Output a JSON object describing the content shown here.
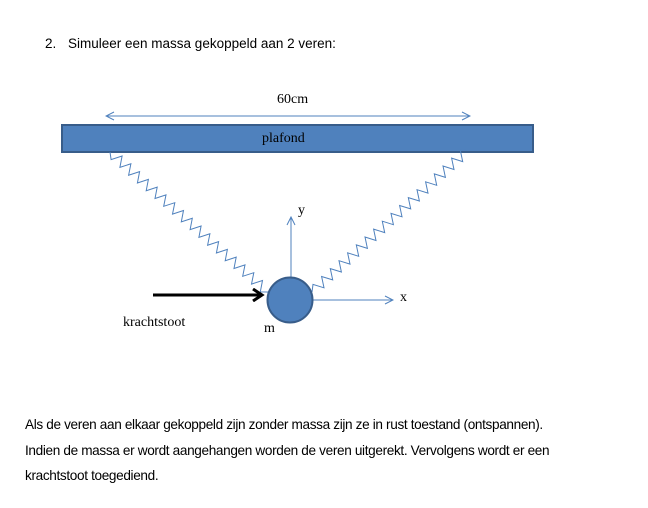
{
  "question": {
    "number": "2.",
    "text": "Simuleer een massa gekoppeld aan 2 veren:"
  },
  "diagram": {
    "dimension_label": "60cm",
    "ceiling_label": "plafond",
    "y_axis_label": "y",
    "x_axis_label": "x",
    "mass_label": "m",
    "force_label": "krachtstoot",
    "colors": {
      "fill": "#4f81bd",
      "stroke": "#385d8a",
      "spring": "#4f81bd",
      "arrow": "#000000"
    }
  },
  "paragraph": [
    "Als de veren aan elkaar gekoppeld zijn zonder massa zijn ze in rust toestand (ontspannen).",
    "Indien de massa er wordt aangehangen worden de veren uitgerekt. Vervolgens wordt er een",
    "krachtstoot toegediend."
  ]
}
